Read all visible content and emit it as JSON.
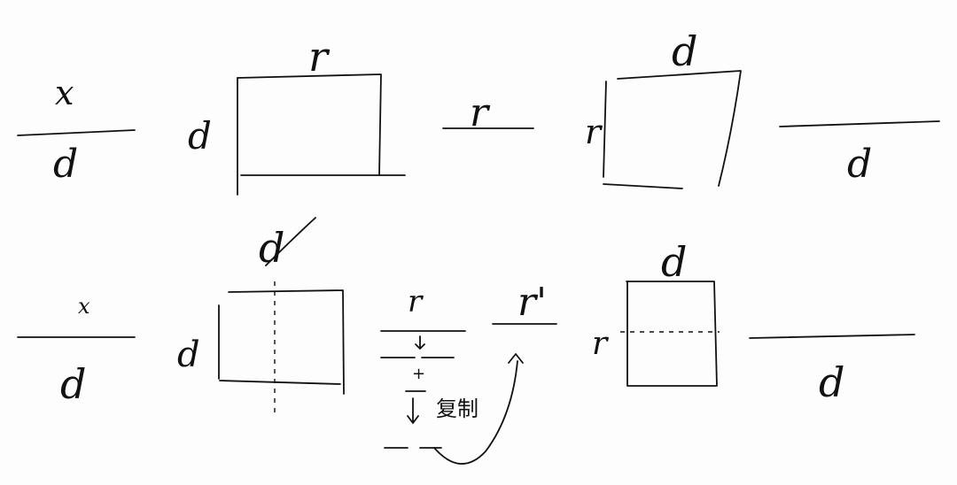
{
  "labels": {
    "x": "x",
    "d": "d",
    "r": "r",
    "r_prime": "r'",
    "plus": "+",
    "copy": "复制"
  }
}
